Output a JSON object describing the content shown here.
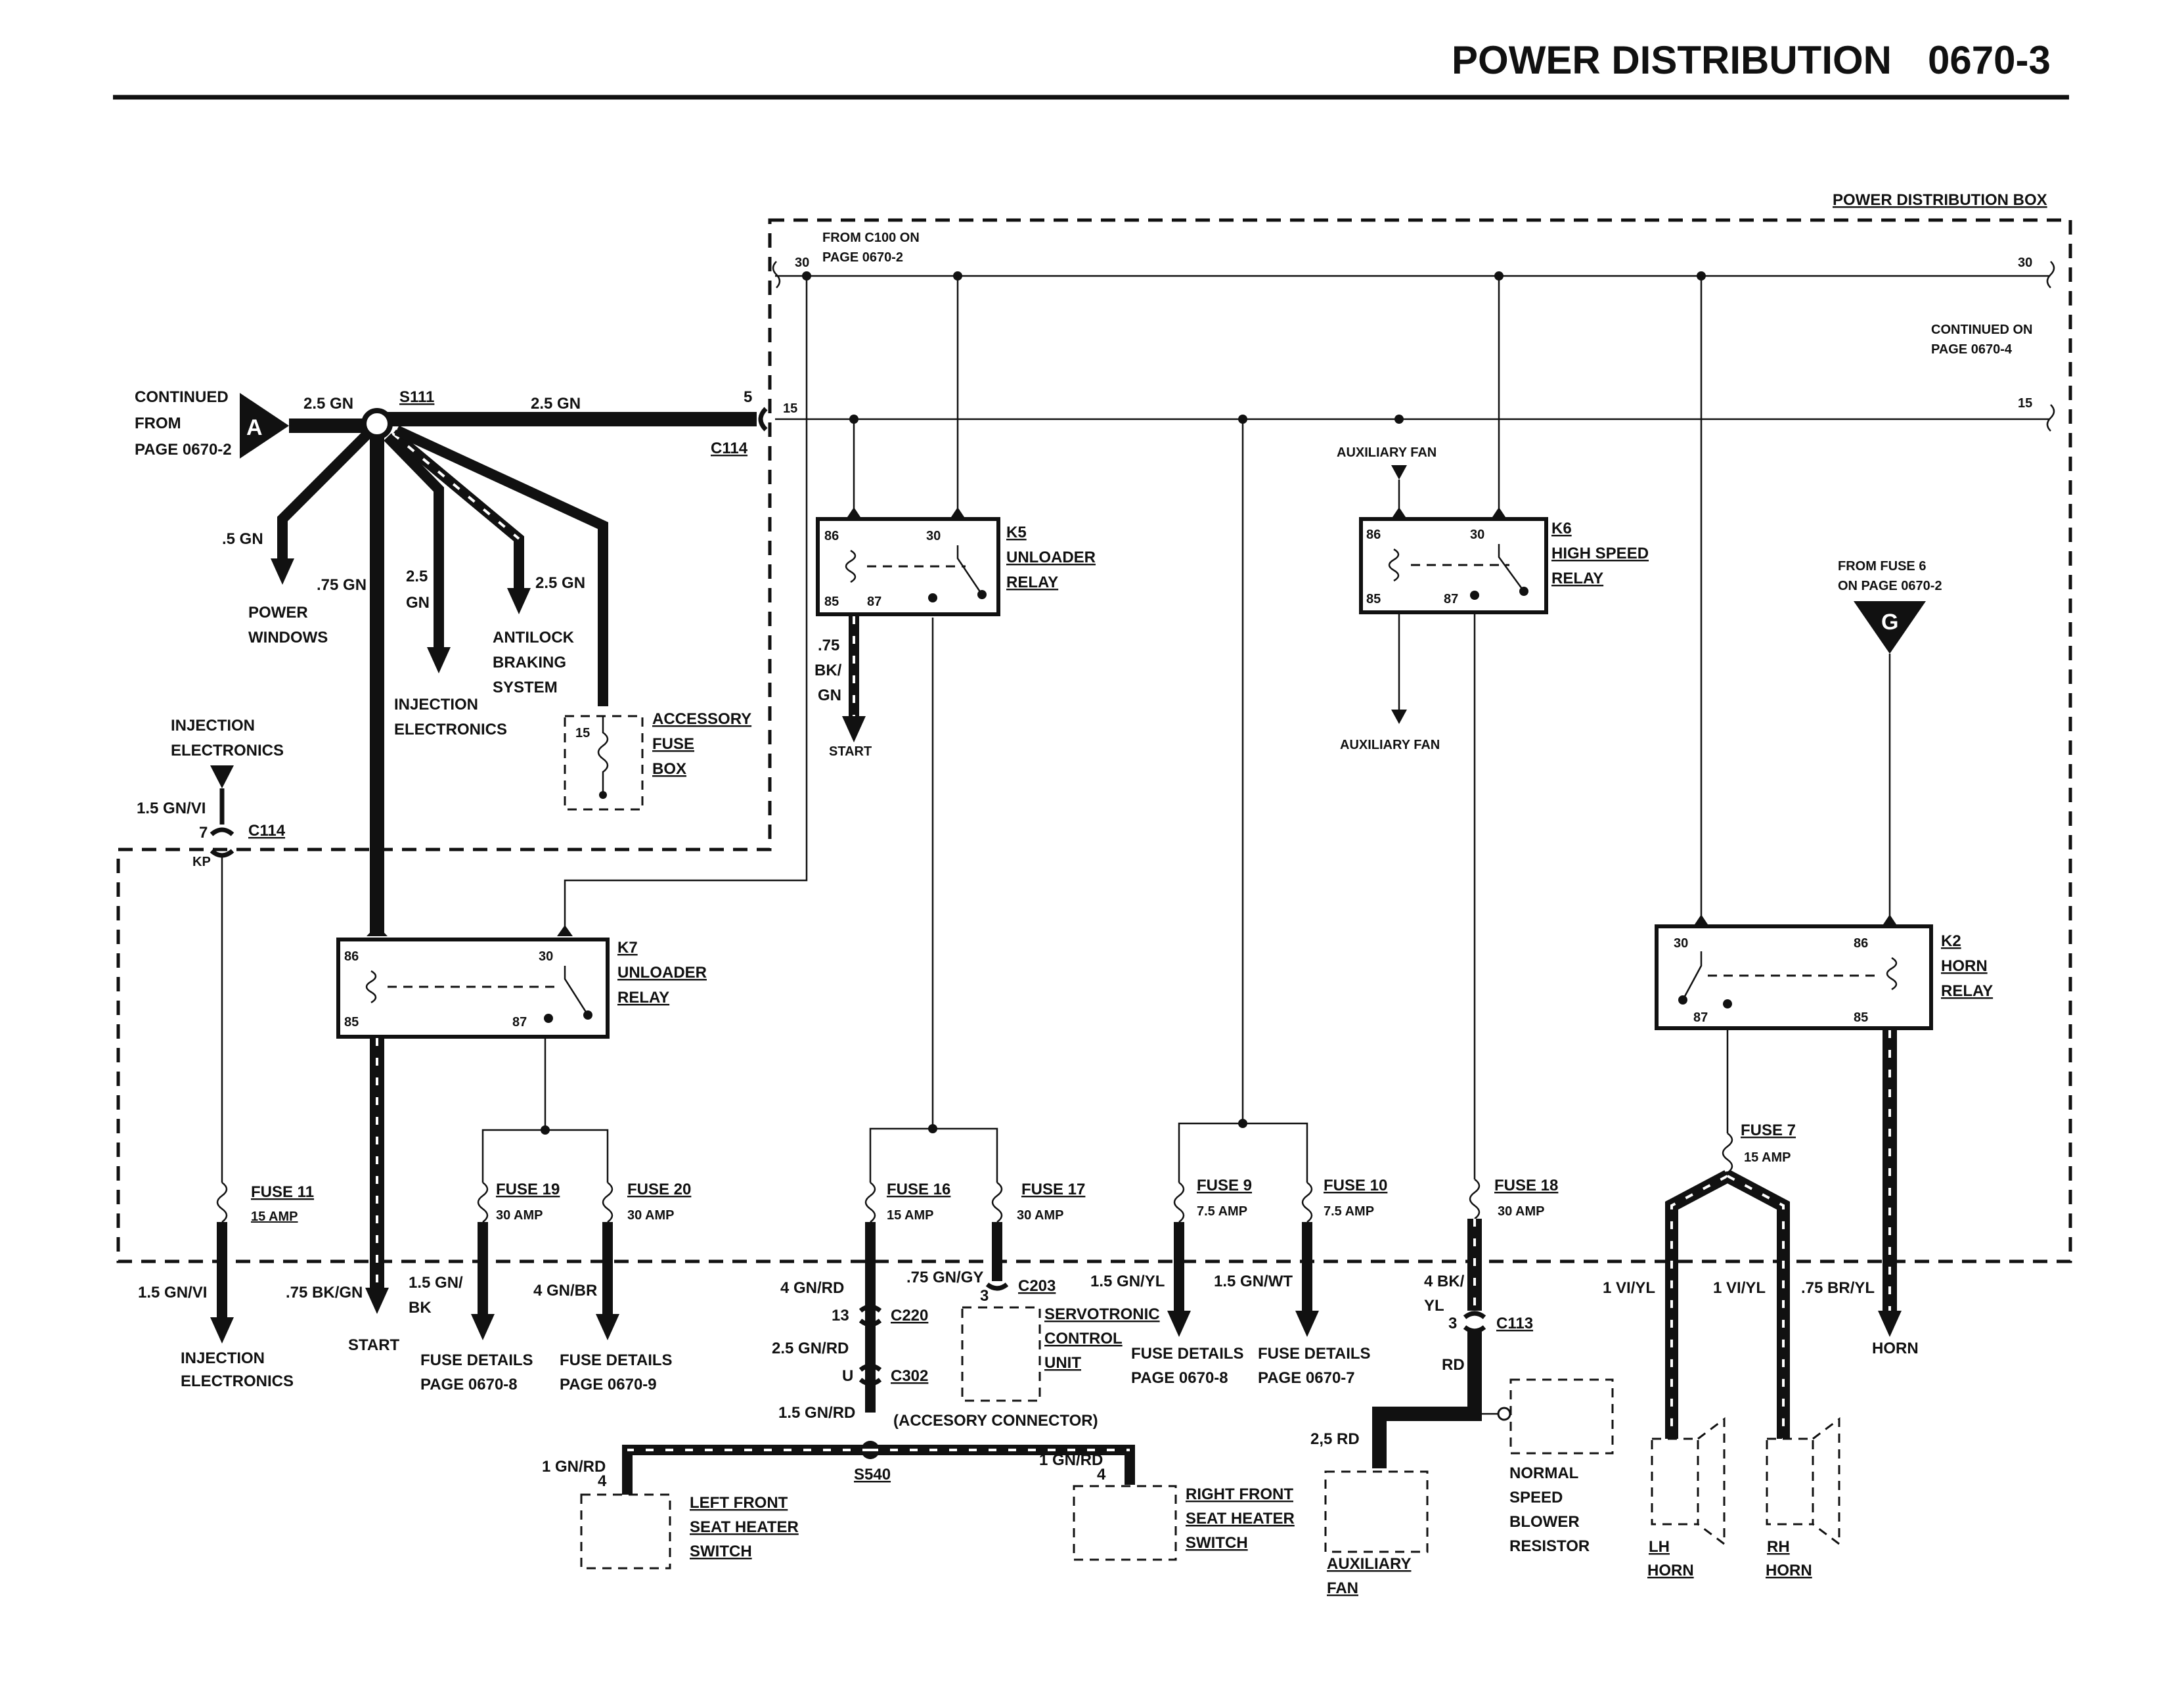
{
  "header": {
    "title": "POWER DISTRIBUTION",
    "page_number": "0670-3"
  },
  "power_distribution_box": {
    "label": "POWER DISTRIBUTION BOX"
  },
  "from_c100": {
    "line1": "FROM C100 ON",
    "line2": "PAGE 0670-2"
  },
  "continued_on": {
    "line1": "CONTINUED ON",
    "line2": "PAGE 0670-4"
  },
  "terminal_30": "30",
  "terminal_15": "15",
  "continued_from": {
    "line1": "CONTINUED",
    "line2": "FROM",
    "line3": "PAGE 0670-2",
    "badge": "A"
  },
  "wires": {
    "gn_25_left": "2.5 GN",
    "gn_25_right": "2.5 GN",
    "s111": "S111",
    "c114_pin": "5",
    "c114": "C114",
    "gn_05": ".5 GN",
    "gn_075": ".75 GN",
    "gn_25_a": "2.5",
    "gn_25_b": "GN",
    "gn_25_abs": "2.5 GN"
  },
  "destinations": {
    "power_windows_1": "POWER",
    "power_windows_2": "WINDOWS",
    "injection_1": "INJECTION",
    "injection_2": "ELECTRONICS",
    "abs_1": "ANTILOCK",
    "abs_2": "BRAKING",
    "abs_3": "SYSTEM",
    "accessory_1": "ACCESSORY",
    "accessory_2": "FUSE",
    "accessory_3": "BOX",
    "accessory_pin": "15"
  },
  "left_injection": {
    "line1": "INJECTION",
    "line2": "ELECTRONICS",
    "wire": "1.5 GN/VI",
    "pin": "7",
    "conn": "C114",
    "kp": "KP"
  },
  "relays": {
    "k5": {
      "id": "K5",
      "name1": "UNLOADER",
      "name2": "RELAY",
      "p86": "86",
      "p30": "30",
      "p85": "85",
      "p87": "87"
    },
    "k6": {
      "id": "K6",
      "name1": "HIGH SPEED",
      "name2": "RELAY",
      "p86": "86",
      "p30": "30",
      "p85": "85",
      "p87": "87"
    },
    "k7": {
      "id": "K7",
      "name1": "UNLOADER",
      "name2": "RELAY",
      "p86": "86",
      "p30": "30",
      "p85": "85",
      "p87": "87"
    },
    "k2": {
      "id": "K2",
      "name1": "HORN",
      "name2": "RELAY",
      "p86": "86",
      "p30": "30",
      "p85": "85",
      "p87": "87"
    }
  },
  "k5_start": {
    "w1": ".75",
    "w2": "BK/",
    "w3": "GN",
    "dest": "START"
  },
  "aux_fan_top": "AUXILIARY FAN",
  "aux_fan_bottom": "AUXILIARY FAN",
  "from_fuse6": {
    "line1": "FROM FUSE 6",
    "line2": "ON PAGE 0670-2",
    "badge": "G"
  },
  "fuses": {
    "f11": {
      "name": "FUSE 11",
      "amp": "15 AMP"
    },
    "f19": {
      "name": "FUSE 19",
      "amp": "30 AMP"
    },
    "f20": {
      "name": "FUSE 20",
      "amp": "30 AMP"
    },
    "f16": {
      "name": "FUSE 16",
      "amp": "15 AMP"
    },
    "f17": {
      "name": "FUSE 17",
      "amp": "30 AMP"
    },
    "f9": {
      "name": "FUSE 9",
      "amp": "7.5 AMP"
    },
    "f10": {
      "name": "FUSE 10",
      "amp": "7.5 AMP"
    },
    "f18": {
      "name": "FUSE 18",
      "amp": "30 AMP"
    },
    "f7": {
      "name": "FUSE 7",
      "amp": "15 AMP"
    }
  },
  "bottom": {
    "inj_wire": "1.5 GN/VI",
    "inj_1": "INJECTION",
    "inj_2": "ELECTRONICS",
    "start_wire": ".75 BK/GN",
    "start": "START",
    "f19_wire1": "1.5 GN/",
    "f19_wire2": "BK",
    "f19_dest1": "FUSE DETAILS",
    "f19_dest2": "PAGE 0670-8",
    "f20_wire": "4 GN/BR",
    "f20_dest1": "FUSE DETAILS",
    "f20_dest2": "PAGE 0670-9",
    "f16_wire": "4 GN/RD",
    "c220_pin": "13",
    "c220": "C220",
    "c302_wire": "2.5 GN/RD",
    "c302_pin": "U",
    "c302": "C302",
    "s540_wire": "1.5 GN/RD",
    "accessory_conn": "(ACCESORY CONNECTOR)",
    "s540": "S540",
    "lf_wire": "1 GN/RD",
    "lf_pin": "4",
    "lf_1": "LEFT FRONT",
    "lf_2": "SEAT HEATER",
    "lf_3": "SWITCH",
    "rf_wire": "1 GN/RD",
    "rf_pin": "4",
    "rf_1": "RIGHT FRONT",
    "rf_2": "SEAT HEATER",
    "rf_3": "SWITCH",
    "f17_wire": ".75 GN/GY",
    "c203_pin": "3",
    "c203": "C203",
    "servo_1": "SERVOTRONIC",
    "servo_2": "CONTROL",
    "servo_3": "UNIT",
    "f9_wire": "1.5 GN/YL",
    "f9_dest1": "FUSE DETAILS",
    "f9_dest2": "PAGE 0670-8",
    "f10_wire": "1.5 GN/WT",
    "f10_dest1": "FUSE DETAILS",
    "f10_dest2": "PAGE 0670-7",
    "f18_wire1": "4 BK/",
    "f18_wire2": "YL",
    "c113_pin": "3",
    "c113": "C113",
    "rd": "RD",
    "rd_25": "2,5 RD",
    "aux_fan_1": "AUXILIARY",
    "aux_fan_2": "FAN",
    "blower_1": "NORMAL",
    "blower_2": "SPEED",
    "blower_3": "BLOWER",
    "blower_4": "RESISTOR",
    "lh_wire": "1 VI/YL",
    "rh_wire": "1 VI/YL",
    "horn_wire": ".75 BR/YL",
    "horn": "HORN",
    "lh_1": "LH",
    "lh_2": "HORN",
    "rh_1": "RH",
    "rh_2": "HORN"
  }
}
